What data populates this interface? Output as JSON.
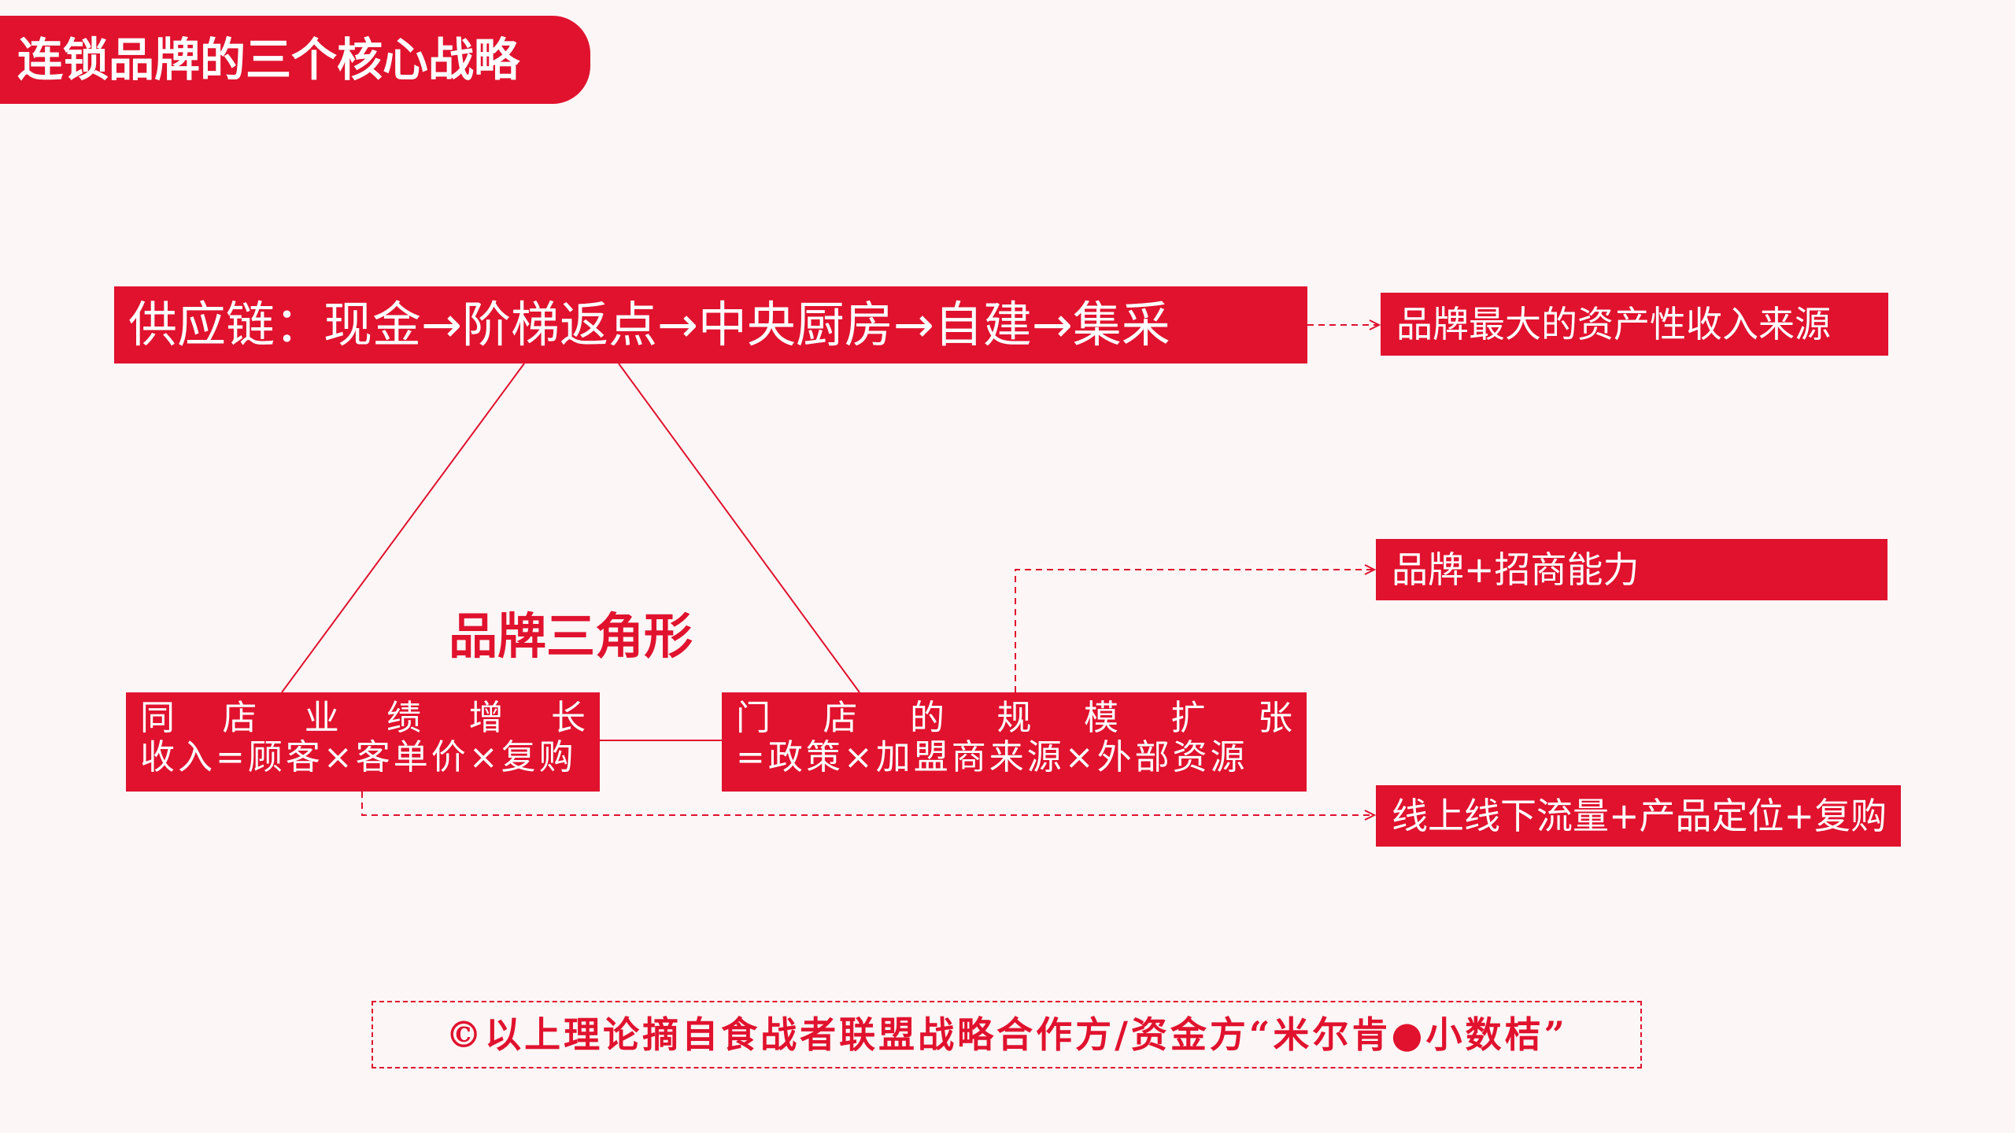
{
  "title": "连锁品牌的三个核心战略",
  "supply_chain": "供应链：现金→阶梯返点→中央厨房→自建→集采",
  "asset_income": "品牌最大的资产性收入来源",
  "brand_investment": "品牌+招商能力",
  "traffic": "线上线下流量+产品定位+复购",
  "triangle_label": "品牌三角形",
  "same_store": {
    "heading": [
      "同",
      "店",
      "业",
      "绩",
      "增",
      "长"
    ],
    "formula": "收入=顾客×客单价×复购"
  },
  "expansion": {
    "heading": [
      "门",
      "店",
      "的",
      "规",
      "模",
      "扩",
      "张"
    ],
    "formula": "=政策×加盟商来源×外部资源"
  },
  "copyright": "©以上理论摘自食战者联盟战略合作方/资金方“米尔肯●小数桔”",
  "colors": {
    "accent": "#e0122e",
    "background": "#fcf6f6"
  }
}
